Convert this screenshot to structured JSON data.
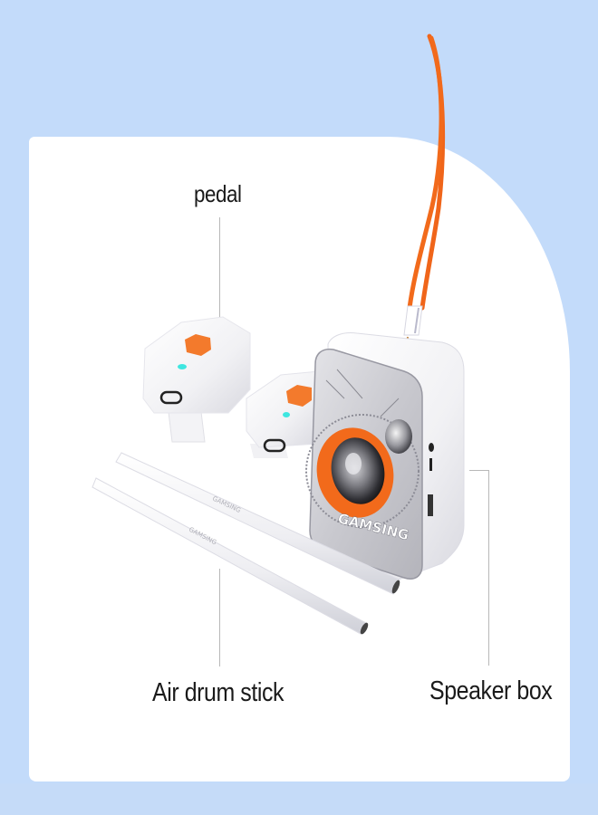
{
  "page": {
    "background_color": "#c3dbfa",
    "card_color": "#ffffff",
    "accent_color": "#f26a1b"
  },
  "labels": {
    "pedal": "pedal",
    "air_drum_stick": "Air drum stick",
    "speaker_box": "Speaker box"
  },
  "product": {
    "brand_text": "GAMSING",
    "stick_engraving": "GAMSING",
    "components": [
      "pedal",
      "pedal",
      "air drum stick",
      "air drum stick",
      "speaker box",
      "lanyard"
    ]
  }
}
